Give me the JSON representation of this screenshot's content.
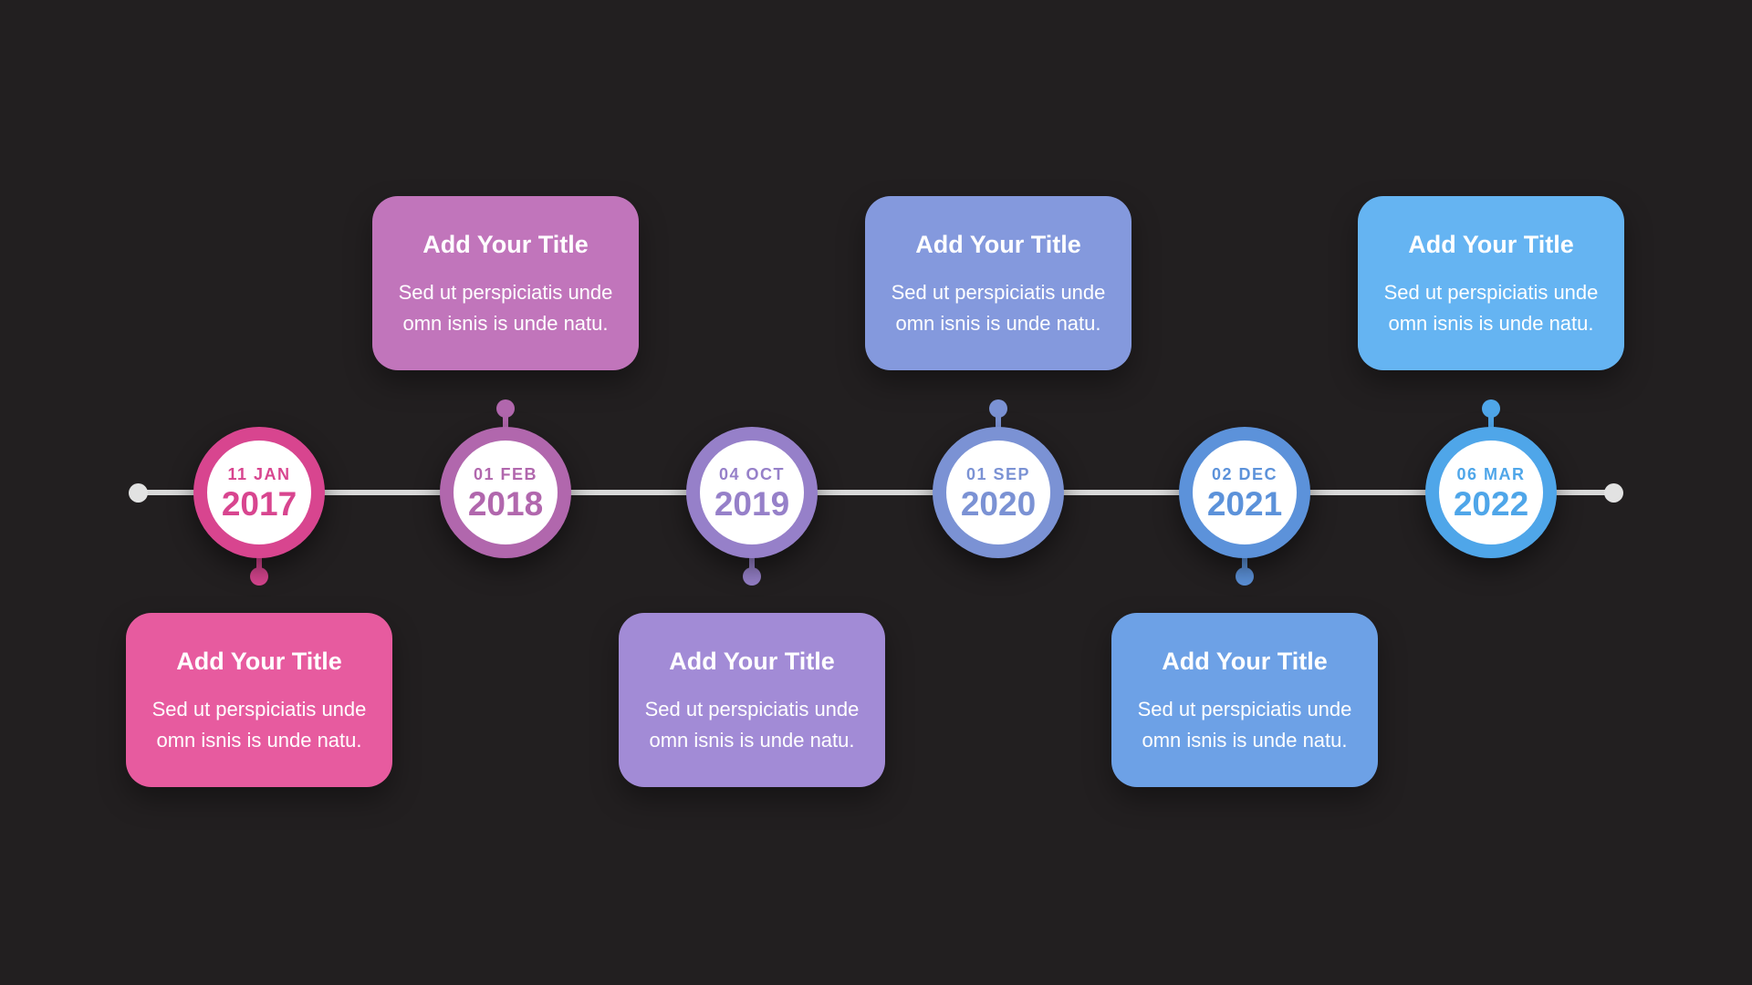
{
  "page": {
    "background_color": "#221f20",
    "timeline_line_color": "#d9d9d9",
    "timeline_end_dot_color": "#e2e2e2"
  },
  "timeline": {
    "items": [
      {
        "date": "11 JAN",
        "year": "2017",
        "accent_color": "#d8458f",
        "card_color": "#e75b9f",
        "card_position": "below",
        "card": {
          "title": "Add Your Title",
          "body": "Sed ut perspiciatis unde omn isnis is unde natu."
        }
      },
      {
        "date": "01 FEB",
        "year": "2018",
        "accent_color": "#b167ad",
        "card_color": "#c175bb",
        "card_position": "above",
        "card": {
          "title": "Add Your Title",
          "body": "Sed ut perspiciatis unde omn isnis is unde natu."
        }
      },
      {
        "date": "04 OCT",
        "year": "2019",
        "accent_color": "#9680c9",
        "card_color": "#a28bd6",
        "card_position": "below",
        "card": {
          "title": "Add Your Title",
          "body": "Sed ut perspiciatis unde omn isnis is unde natu."
        }
      },
      {
        "date": "01 SEP",
        "year": "2020",
        "accent_color": "#7b92d4",
        "card_color": "#8499dd",
        "card_position": "above",
        "card": {
          "title": "Add Your Title",
          "body": "Sed ut perspiciatis unde omn isnis is unde natu."
        }
      },
      {
        "date": "02 DEC",
        "year": "2021",
        "accent_color": "#5c92da",
        "card_color": "#6da1e6",
        "card_position": "below",
        "card": {
          "title": "Add Your Title",
          "body": "Sed ut perspiciatis unde omn isnis is unde natu."
        }
      },
      {
        "date": "06 MAR",
        "year": "2022",
        "accent_color": "#4fa6e9",
        "card_color": "#65b4f2",
        "card_position": "above",
        "card": {
          "title": "Add Your Title",
          "body": "Sed ut perspiciatis unde omn isnis is unde natu."
        }
      }
    ]
  }
}
